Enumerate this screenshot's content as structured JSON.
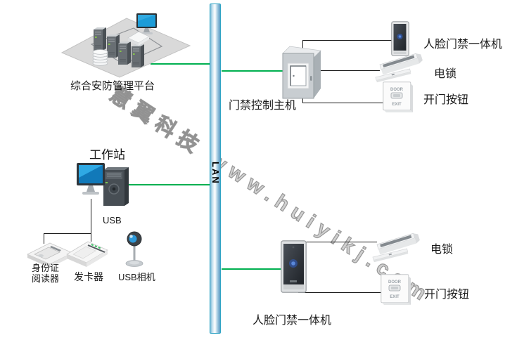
{
  "watermark": {
    "text": "慧翼科技 www.huiyikj.com"
  },
  "lan": {
    "label": "LAN"
  },
  "platform": {
    "label": "综合安防管理平台"
  },
  "workstation": {
    "label": "工作站",
    "usb_label": "USB"
  },
  "id_reader": {
    "label_line1": "身份证",
    "label_line2": "阅读器"
  },
  "card_issuer": {
    "label": "发卡器"
  },
  "usb_camera": {
    "label": "USB相机"
  },
  "access_controller": {
    "label": "门禁控制主机"
  },
  "top_door_group": {
    "face_terminal_label": "人脸门禁一体机",
    "lock_label": "电锁",
    "button_label": "开门按钮"
  },
  "bottom_door_group": {
    "face_terminal_label": "人脸门禁一体机",
    "lock_label": "电锁",
    "button_label": "开门按钮"
  },
  "exit_button_device": {
    "line1": "DOOR",
    "line2": "EXIT"
  },
  "colors": {
    "lan_link": "#00B050",
    "wire": "#1A1A1A",
    "lan_bar_border": "#2EA3C4",
    "screen_blue": "#1C9CD8",
    "watermark": "#969696"
  }
}
